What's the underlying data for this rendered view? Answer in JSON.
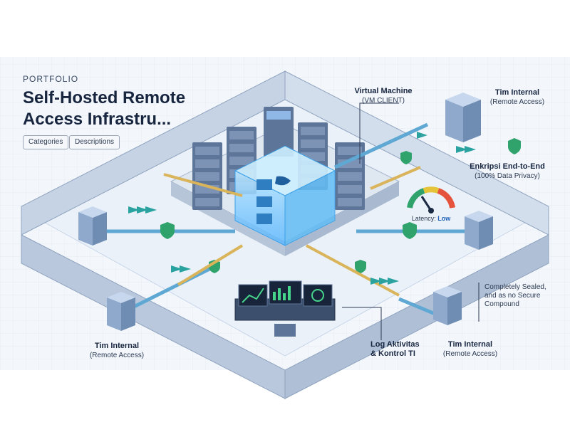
{
  "header": {
    "kicker": "PORTFOLIO",
    "title_line1": "Self-Hosted Remote",
    "title_line2": "Access Infrastru...",
    "chips": [
      "Categories",
      "Descriptions"
    ]
  },
  "labels": {
    "vm_title": "Virtual Machine",
    "vm_sub": "(VM CLIENT)",
    "tim_top_title": "Tim Internal",
    "tim_top_sub": "(Remote Access)",
    "encrypt_title": "Enkripsi End-to-End",
    "encrypt_sub": "(100% Data Privacy)",
    "latency_label": "Latency: ",
    "latency_value": "Low",
    "sealed_note": "Completely Sealed, and as no Secure Compound",
    "log_title": "Log Aktivitas",
    "log_title2": "& Kontrol TI",
    "tim_left_title": "Tim Internal",
    "tim_left_sub": "(Remote Access)",
    "tim_right_title": "Tim Internal",
    "tim_right_sub": "(Remote Access)"
  },
  "colors": {
    "wall": "#b9c8dd",
    "wall_dark": "#8fa3bf",
    "floor": "#eef3f9",
    "server": "#5d7599",
    "server_top": "#8fb8e6",
    "vm_glow": "#8fd3ff",
    "chain": "#5fa8d3",
    "shield": "#2fa36b",
    "arrow_teal": "#2aa3a0",
    "arrow_gold": "#d9b45a"
  },
  "icons": [
    "lock-shield-icon",
    "docker-whale-icon",
    "gauge-icon",
    "building-icon",
    "monitor-icon"
  ],
  "gauge": {
    "level": "low"
  }
}
